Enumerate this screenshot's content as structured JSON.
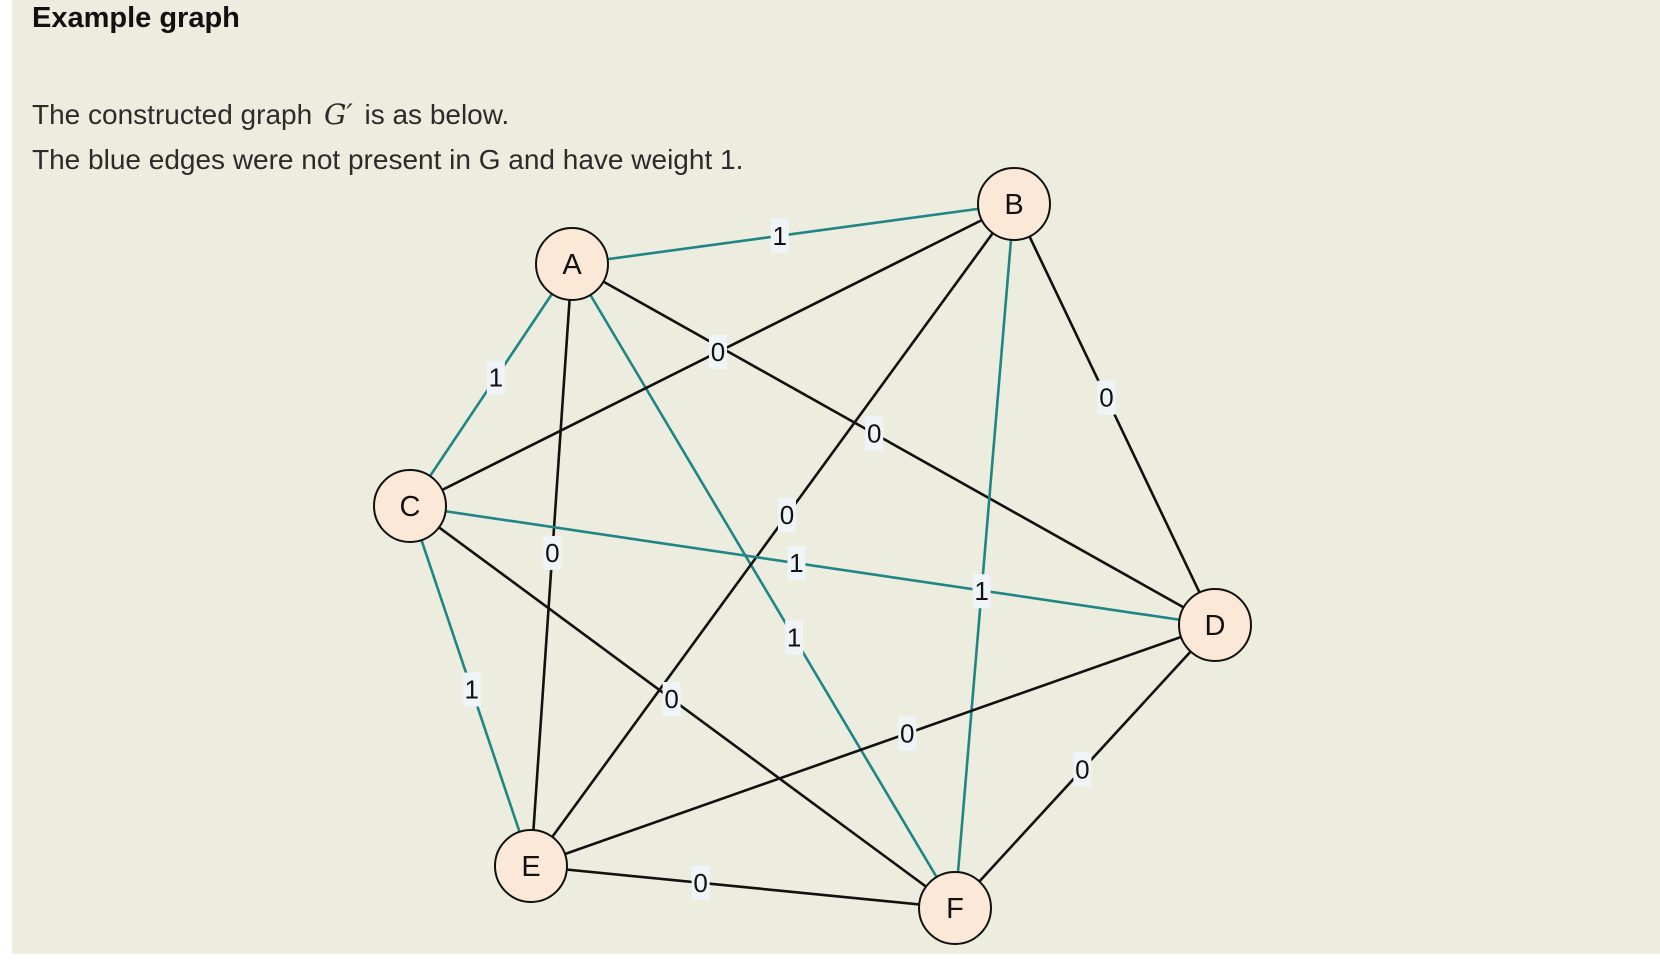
{
  "heading": "Example graph",
  "text": {
    "line1_before": "The constructed graph",
    "math": "G′",
    "line1_after": "is as below.",
    "line2": "The blue edges were not present in G and have weight 1."
  },
  "colors": {
    "panel_background": "#ededdf",
    "original_edge": "#111111",
    "added_edge": "#1f8585",
    "node_fill": "#fbe8d7",
    "node_stroke": "#111111"
  },
  "graph": {
    "nodes": [
      {
        "id": "A",
        "label": "A"
      },
      {
        "id": "B",
        "label": "B"
      },
      {
        "id": "C",
        "label": "C"
      },
      {
        "id": "D",
        "label": "D"
      },
      {
        "id": "E",
        "label": "E"
      },
      {
        "id": "F",
        "label": "F"
      }
    ],
    "edges": [
      {
        "source": "A",
        "target": "B",
        "weight": "1",
        "added": true
      },
      {
        "source": "A",
        "target": "C",
        "weight": "1",
        "added": true
      },
      {
        "source": "A",
        "target": "D",
        "weight": "0",
        "added": false
      },
      {
        "source": "A",
        "target": "E",
        "weight": "0",
        "added": false
      },
      {
        "source": "A",
        "target": "F",
        "weight": "1",
        "added": true
      },
      {
        "source": "B",
        "target": "C",
        "weight": "0",
        "added": false
      },
      {
        "source": "B",
        "target": "D",
        "weight": "0",
        "added": false
      },
      {
        "source": "B",
        "target": "E",
        "weight": "0",
        "added": false
      },
      {
        "source": "B",
        "target": "F",
        "weight": "1",
        "added": true
      },
      {
        "source": "C",
        "target": "D",
        "weight": "1",
        "added": true
      },
      {
        "source": "C",
        "target": "E",
        "weight": "1",
        "added": true
      },
      {
        "source": "C",
        "target": "F",
        "weight": "0",
        "added": false
      },
      {
        "source": "D",
        "target": "E",
        "weight": "0",
        "added": false
      },
      {
        "source": "D",
        "target": "F",
        "weight": "0",
        "added": false
      },
      {
        "source": "E",
        "target": "F",
        "weight": "0",
        "added": false
      }
    ]
  }
}
